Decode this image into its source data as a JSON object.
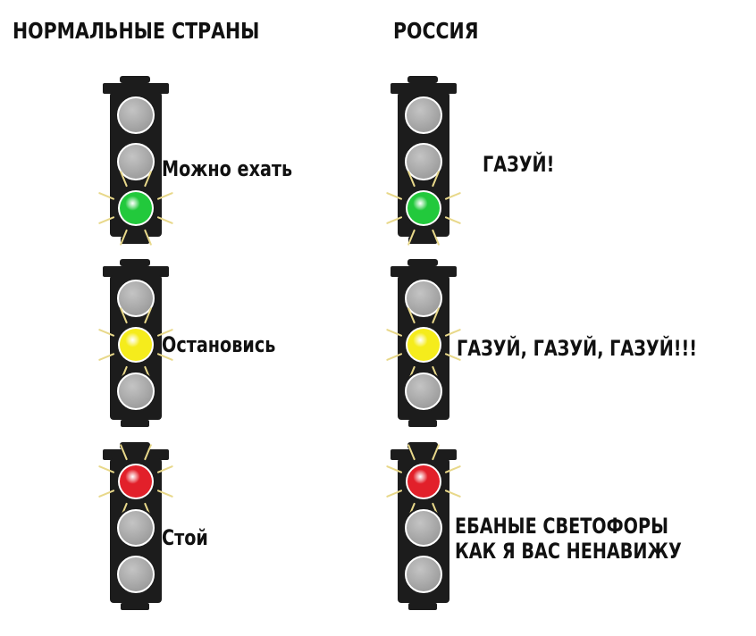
{
  "headings": {
    "left": "НОРМАЛЬНЫЕ СТРАНЫ",
    "right": "РОССИЯ"
  },
  "colors": {
    "housing": "#1c1c1c",
    "lens_off": "#9a9a9a",
    "green": "#22c93c",
    "yellow": "#f5ec1c",
    "red": "#e2202a",
    "glow": "#e8d88a"
  },
  "lights": [
    {
      "column": "normal",
      "active": "green",
      "active_lamp": 3,
      "caption_lines": [
        "Можно ехать"
      ]
    },
    {
      "column": "normal",
      "active": "yellow",
      "active_lamp": 2,
      "caption_lines": [
        "Остановись"
      ]
    },
    {
      "column": "normal",
      "active": "red",
      "active_lamp": 1,
      "caption_lines": [
        "Стой"
      ]
    },
    {
      "column": "russia",
      "active": "green",
      "active_lamp": 3,
      "caption_lines": [
        "ГАЗУЙ!"
      ]
    },
    {
      "column": "russia",
      "active": "yellow",
      "active_lamp": 2,
      "caption_lines": [
        "ГАЗУЙ, ГАЗУЙ, ГАЗУЙ!!!"
      ]
    },
    {
      "column": "russia",
      "active": "red",
      "active_lamp": 1,
      "caption_lines": [
        "ЕБАНЫЕ СВЕТОФОРЫ",
        "КАК Я ВАС НЕНАВИЖУ"
      ]
    }
  ]
}
